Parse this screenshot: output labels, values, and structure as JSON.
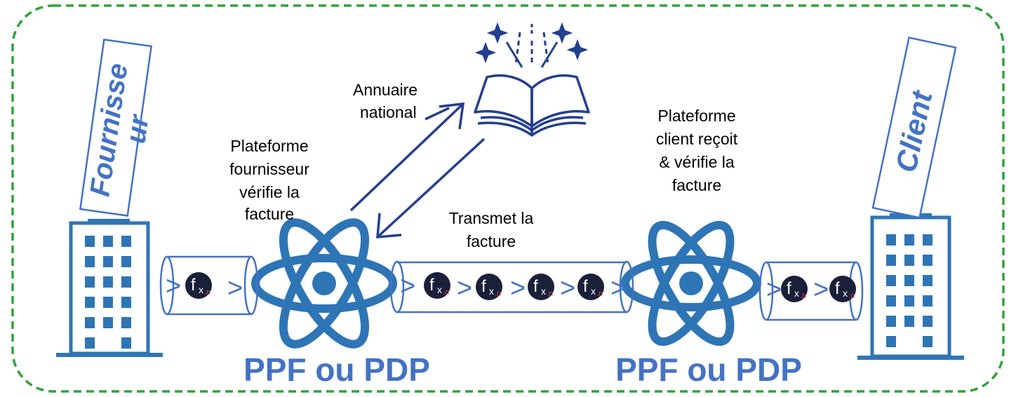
{
  "colors": {
    "border": "#2ea43a",
    "navy": "#243f8f",
    "blue": "#4472c4",
    "atom": "#2e75b6",
    "text": "#000000",
    "badge": "#1a1f3a",
    "badge_sub": "#e8403a"
  },
  "labels": {
    "supplier": "Fournisse",
    "supplier_2": "ur",
    "client": "Client",
    "annuaire_1": "Annuaire",
    "annuaire_2": "national",
    "pf_supplier_1": "Plateforme",
    "pf_supplier_2": "fournisseur",
    "pf_supplier_3": "vérifie  la",
    "pf_supplier_4": "facture",
    "transmit_1": "Transmet la",
    "transmit_2": "facture",
    "pf_client_1": "Plateforme",
    "pf_client_2": "client reçoit",
    "pf_client_3": "& vérifie la",
    "pf_client_4": "facture",
    "platform_left": "PPF ou PDP",
    "platform_right": "PPF ou PDP"
  },
  "invoice_badge": {
    "main": "f",
    "sub1": "x",
    "sub2": ".n"
  },
  "flow_arrow": ">",
  "icons": [
    "building-icon",
    "atom-icon",
    "open-book-icon",
    "invoice-badge-icon",
    "pipe-icon",
    "arrow-icon"
  ]
}
